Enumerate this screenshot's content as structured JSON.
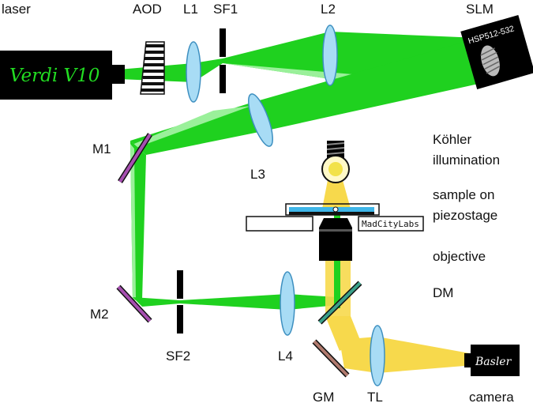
{
  "labels": {
    "laser": "laser",
    "aod": "AOD",
    "l1": "L1",
    "sf1": "SF1",
    "l2": "L2",
    "slm": "SLM",
    "m1": "M1",
    "l3": "L3",
    "kohler_line1": "Köhler",
    "kohler_line2": "illumination",
    "sample_line1": "sample on",
    "sample_line2": "piezostage",
    "objective": "objective",
    "dm": "DM",
    "m2": "M2",
    "sf2": "SF2",
    "l4": "L4",
    "gm": "GM",
    "tl": "TL",
    "camera": "camera"
  },
  "devices": {
    "laser_name": "Verdi V10",
    "slm_model": "HSP512-532",
    "stage_brand": "MadCityLabs",
    "camera_brand": "Basler"
  },
  "colors": {
    "laser_beam": "#1fd11f",
    "laser_beam_light": "#9af09a",
    "laser_text": "#22dd22",
    "illumination": "#f7d94c",
    "lens": "#a8dcf5",
    "lens_stroke": "#3d8fc0",
    "mirror_m": "#a64fb0",
    "mirror_gm": "#b07a6e",
    "dichroic": "#3aa08a",
    "stage_blue": "#3fb6e8",
    "device_black": "#000000"
  }
}
